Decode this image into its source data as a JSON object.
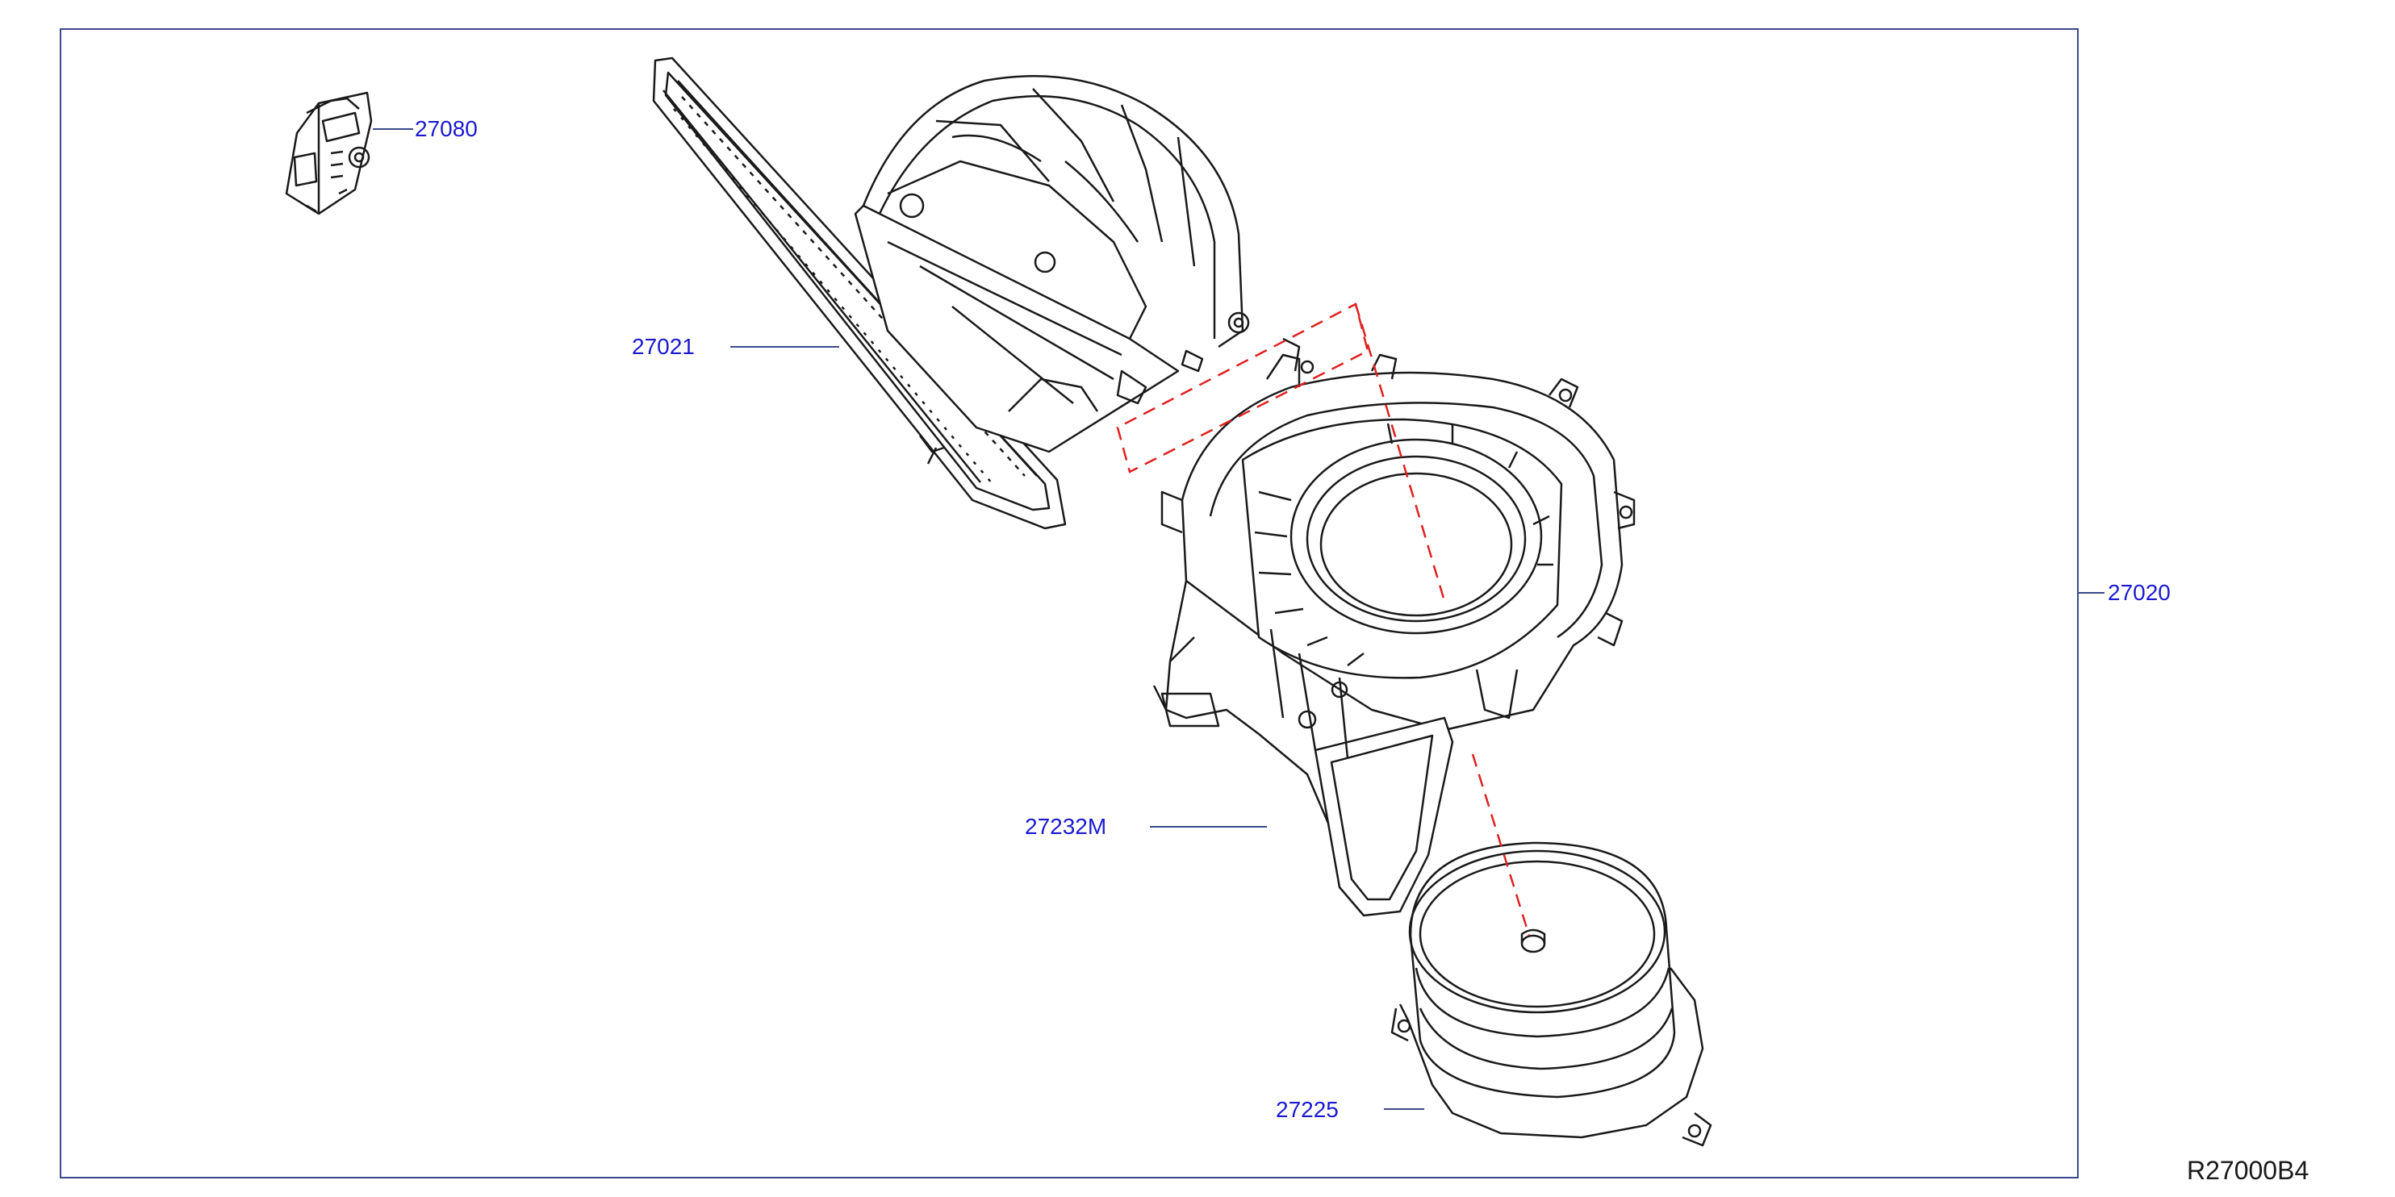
{
  "diagram": {
    "reference_code": "R27000B4",
    "colors": {
      "frame": "#3a4a8a",
      "callout_text": "#1a1ad0",
      "drawing": "#1a1a1a",
      "guide_dash": "#e02020"
    },
    "callouts": [
      {
        "id": "blower-resistor",
        "label": "27080"
      },
      {
        "id": "intake-duct",
        "label": "27021"
      },
      {
        "id": "blower-assembly",
        "label": "27020"
      },
      {
        "id": "blower-housing",
        "label": "27232M"
      },
      {
        "id": "blower-motor",
        "label": "27225"
      }
    ]
  }
}
